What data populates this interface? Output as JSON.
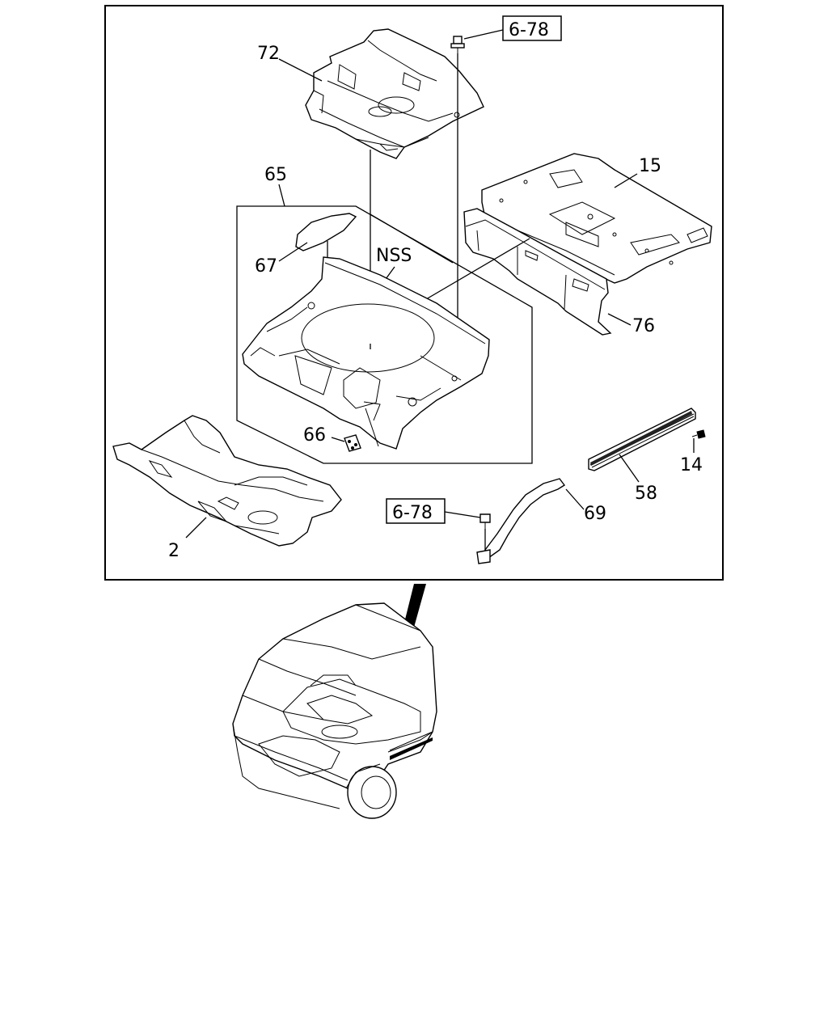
{
  "labels": {
    "p72": "72",
    "p15": "15",
    "p65": "65",
    "p67": "67",
    "nss": "NSS",
    "p76": "76",
    "p66": "66",
    "p14": "14",
    "p58": "58",
    "p69": "69",
    "p2": "2",
    "ref_top": "6-78",
    "ref_bottom": "6-78"
  }
}
